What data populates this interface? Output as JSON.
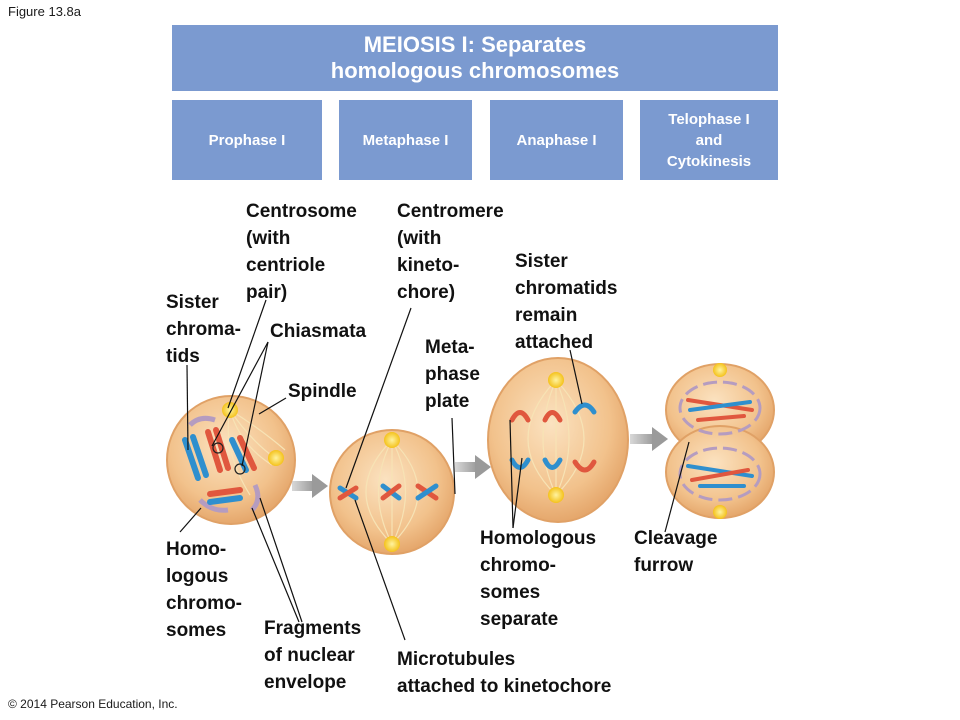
{
  "figure_label": "Figure 13.8a",
  "copyright": "© 2014 Pearson Education, Inc.",
  "banner": {
    "line1": "MEIOSIS I: Separates",
    "line2": "homologous chromosomes"
  },
  "phases": [
    "Prophase I",
    "Metaphase I",
    "Anaphase I",
    "Telophase I\nand\nCytokinesis"
  ],
  "labels": {
    "centrosome": "Centrosome\n(with\ncentriole\npair)",
    "centromere": "Centromere\n(with\nkineto-\nchore)",
    "sister_chromatids_attached": "Sister\nchromatids\nremain\nattached",
    "sister_chromatids": "Sister\nchroma-\ntids",
    "chiasmata": "Chiasmata",
    "spindle": "Spindle",
    "metaphase_plate": "Meta-\nphase\nplate",
    "homologous_chromosomes": "Homo-\nlogous\nchromo-\nsomes",
    "fragments": "Fragments\nof nuclear\nenvelope",
    "microtubules": "Microtubules\nattached to kinetochore",
    "homologous_separate": "Homologous\nchromo-\nsomes\nseparate",
    "cleavage_furrow": "Cleavage\nfurrow"
  },
  "colors": {
    "header_blue": "#7b9ad0",
    "cell_fill": "#f2c28c",
    "cell_edge": "#e0a166",
    "chromosome_red": "#e0573e",
    "chromosome_blue": "#2f8fce",
    "centrosome_yellow": "#f4c21b",
    "arrow_gray": "#9a9a9a"
  }
}
